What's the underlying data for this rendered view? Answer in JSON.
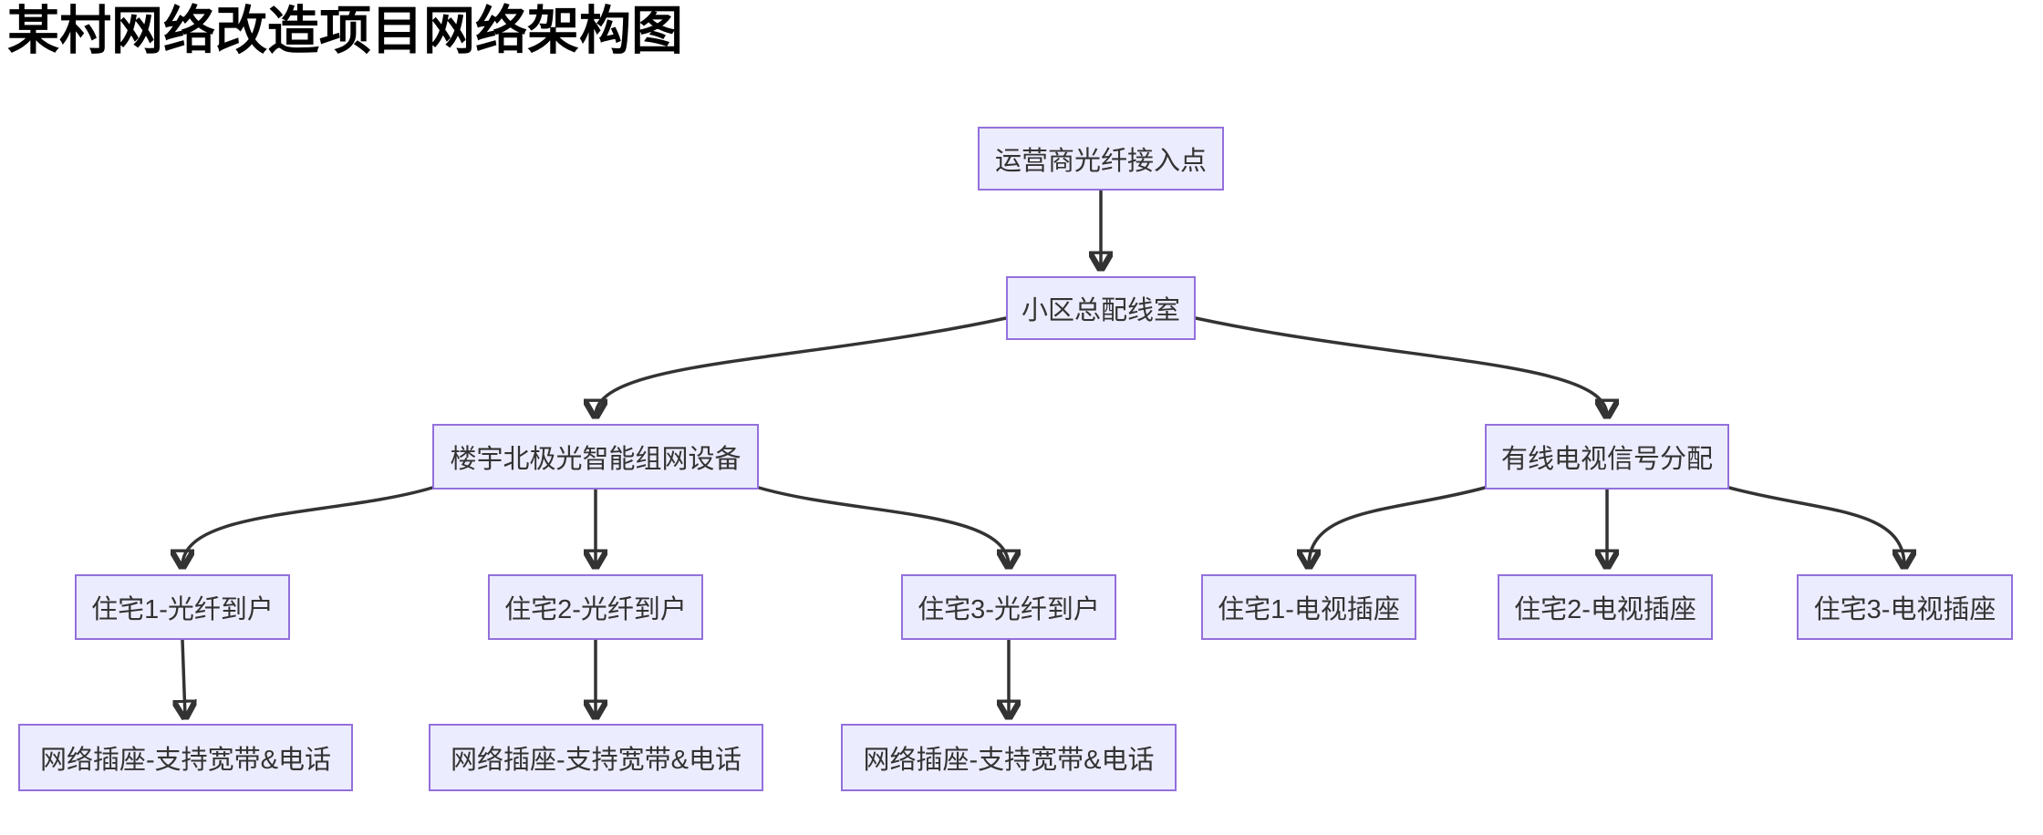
{
  "title": "某村网络改造项目网络架构图",
  "diagram": {
    "type": "flowchart",
    "direction": "top-down",
    "colors": {
      "background": "#FFFFFF",
      "node_fill": "#ECECFF",
      "node_border": "#9370DB",
      "edge": "#333333",
      "node_text": "#333333",
      "title_text": "#000000"
    },
    "nodes": {
      "operator_fiber_access": {
        "label": "运营商光纤接入点"
      },
      "main_distribution_room": {
        "label": "小区总配线室"
      },
      "aurora_network_device": {
        "label": "楼宇北极光智能组网设备"
      },
      "catv_signal_distribution": {
        "label": "有线电视信号分配"
      },
      "residence1_ftth": {
        "label": "住宅1-光纤到户"
      },
      "residence2_ftth": {
        "label": "住宅2-光纤到户"
      },
      "residence3_ftth": {
        "label": "住宅3-光纤到户"
      },
      "residence1_tv_outlet": {
        "label": "住宅1-电视插座"
      },
      "residence2_tv_outlet": {
        "label": "住宅2-电视插座"
      },
      "residence3_tv_outlet": {
        "label": "住宅3-电视插座"
      },
      "network_outlet1": {
        "label": "网络插座-支持宽带&电话"
      },
      "network_outlet2": {
        "label": "网络插座-支持宽带&电话"
      },
      "network_outlet3": {
        "label": "网络插座-支持宽带&电话"
      }
    },
    "edges": [
      {
        "from": "operator_fiber_access",
        "to": "main_distribution_room"
      },
      {
        "from": "main_distribution_room",
        "to": "aurora_network_device"
      },
      {
        "from": "main_distribution_room",
        "to": "catv_signal_distribution"
      },
      {
        "from": "aurora_network_device",
        "to": "residence1_ftth"
      },
      {
        "from": "aurora_network_device",
        "to": "residence2_ftth"
      },
      {
        "from": "aurora_network_device",
        "to": "residence3_ftth"
      },
      {
        "from": "catv_signal_distribution",
        "to": "residence1_tv_outlet"
      },
      {
        "from": "catv_signal_distribution",
        "to": "residence2_tv_outlet"
      },
      {
        "from": "catv_signal_distribution",
        "to": "residence3_tv_outlet"
      },
      {
        "from": "residence1_ftth",
        "to": "network_outlet1"
      },
      {
        "from": "residence2_ftth",
        "to": "network_outlet2"
      },
      {
        "from": "residence3_ftth",
        "to": "network_outlet3"
      }
    ]
  }
}
